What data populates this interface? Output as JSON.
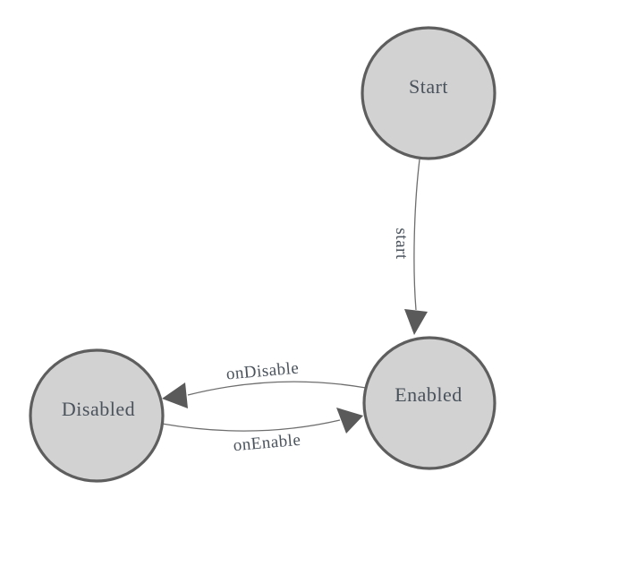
{
  "diagram": {
    "kind": "finite-state-machine",
    "background": "#ffffff"
  },
  "colors": {
    "node_fill": "#d2d2d2",
    "node_stroke": "#5e5e5e",
    "edge_stroke": "#6e6e6e",
    "arrow_fill": "#5a5a5a",
    "label_color": "#4a525c"
  },
  "nodes": [
    {
      "id": "start",
      "label": "Start"
    },
    {
      "id": "enabled",
      "label": "Enabled"
    },
    {
      "id": "disabled",
      "label": "Disabled"
    }
  ],
  "edges": [
    {
      "id": "start-to-enabled",
      "label": "start",
      "from": "start",
      "to": "enabled"
    },
    {
      "id": "enabled-to-disabled",
      "label": "onDisable",
      "from": "enabled",
      "to": "disabled"
    },
    {
      "id": "disabled-to-enabled",
      "label": "onEnable",
      "from": "disabled",
      "to": "enabled"
    }
  ]
}
